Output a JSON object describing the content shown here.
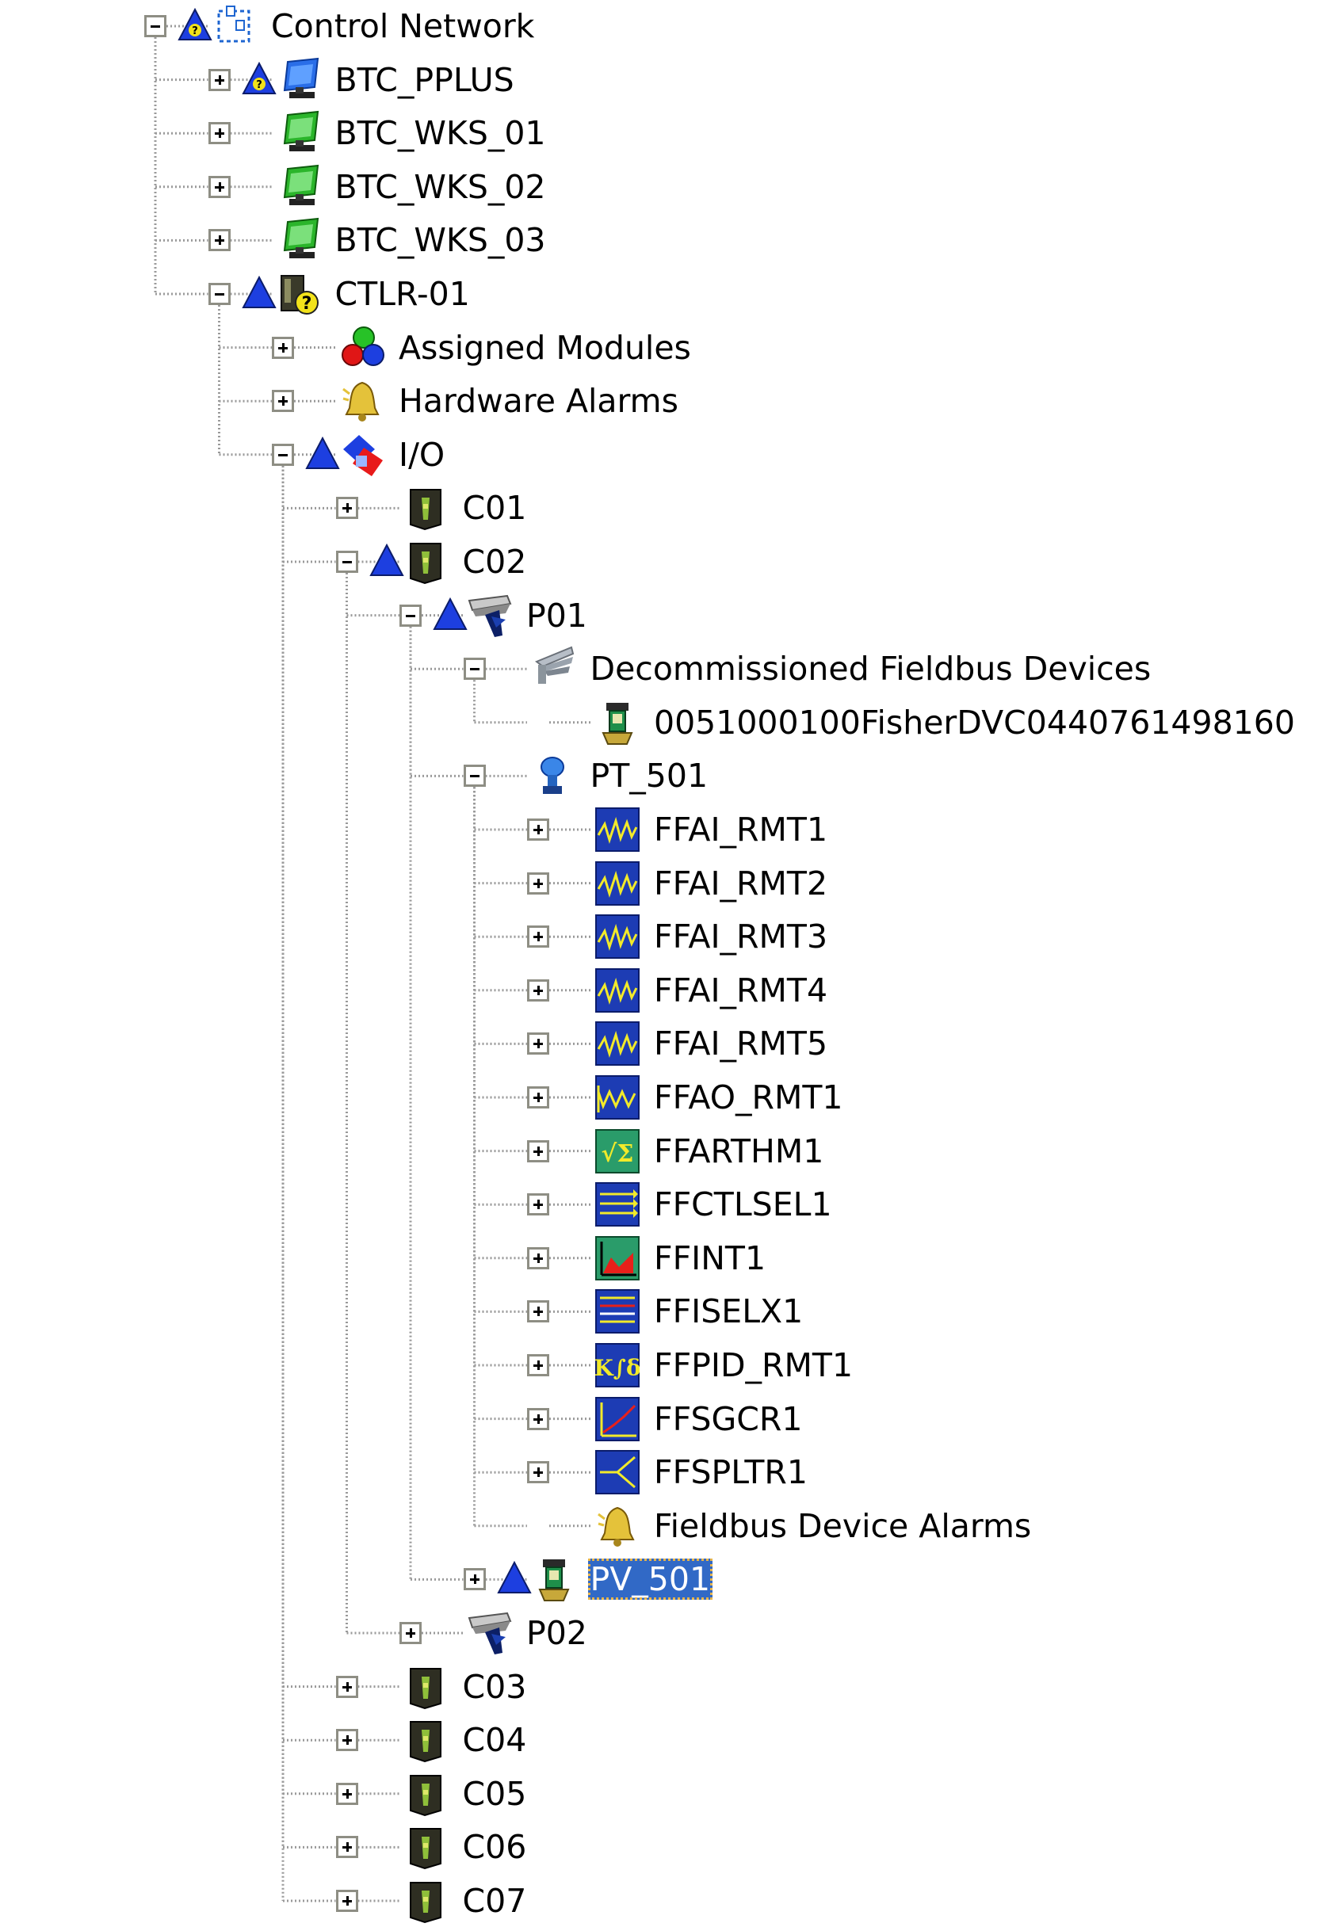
{
  "tree": {
    "selected": "PV_501",
    "rows": [
      {
        "label": "Control Network",
        "depth": 0,
        "expander": "expanded",
        "status": "warning-triangle",
        "icon": "control-network-icon"
      },
      {
        "label": "BTC_PPLUS",
        "depth": 1,
        "expander": "collapsed",
        "status": "warning-triangle",
        "icon": "blue-workstation-icon"
      },
      {
        "label": "BTC_WKS_01",
        "depth": 1,
        "expander": "collapsed",
        "status": "",
        "icon": "green-workstation-icon"
      },
      {
        "label": "BTC_WKS_02",
        "depth": 1,
        "expander": "collapsed",
        "status": "",
        "icon": "green-workstation-icon"
      },
      {
        "label": "BTC_WKS_03",
        "depth": 1,
        "expander": "collapsed",
        "status": "",
        "icon": "green-workstation-icon"
      },
      {
        "label": "CTLR-01",
        "depth": 1,
        "expander": "expanded",
        "status": "blue-triangle",
        "icon": "controller-unknown-icon"
      },
      {
        "label": "Assigned Modules",
        "depth": 2,
        "expander": "collapsed",
        "status": "",
        "icon": "assigned-modules-icon"
      },
      {
        "label": "Hardware Alarms",
        "depth": 2,
        "expander": "collapsed",
        "status": "",
        "icon": "alarm-bell-icon"
      },
      {
        "label": "I/O",
        "depth": 2,
        "expander": "expanded",
        "status": "blue-triangle",
        "icon": "io-icon"
      },
      {
        "label": "C01",
        "depth": 3,
        "expander": "collapsed",
        "status": "",
        "icon": "io-card-icon"
      },
      {
        "label": "C02",
        "depth": 3,
        "expander": "expanded",
        "status": "blue-triangle",
        "icon": "io-card-icon"
      },
      {
        "label": "P01",
        "depth": 4,
        "expander": "expanded",
        "status": "blue-triangle",
        "icon": "fieldbus-port-icon"
      },
      {
        "label": "Decommissioned Fieldbus Devices",
        "depth": 5,
        "expander": "expanded",
        "status": "",
        "icon": "decommissioned-devices-icon"
      },
      {
        "label": "0051000100FisherDVC0440761498160",
        "depth": 6,
        "expander": "none",
        "status": "",
        "icon": "valve-device-icon"
      },
      {
        "label": "PT_501",
        "depth": 5,
        "expander": "expanded",
        "status": "",
        "icon": "transmitter-icon"
      },
      {
        "label": "FFAI_RMT1",
        "depth": 6,
        "expander": "collapsed",
        "status": "",
        "icon": "ai-block-icon"
      },
      {
        "label": "FFAI_RMT2",
        "depth": 6,
        "expander": "collapsed",
        "status": "",
        "icon": "ai-block-icon"
      },
      {
        "label": "FFAI_RMT3",
        "depth": 6,
        "expander": "collapsed",
        "status": "",
        "icon": "ai-block-icon"
      },
      {
        "label": "FFAI_RMT4",
        "depth": 6,
        "expander": "collapsed",
        "status": "",
        "icon": "ai-block-icon"
      },
      {
        "label": "FFAI_RMT5",
        "depth": 6,
        "expander": "collapsed",
        "status": "",
        "icon": "ai-block-icon"
      },
      {
        "label": "FFAO_RMT1",
        "depth": 6,
        "expander": "collapsed",
        "status": "",
        "icon": "ao-block-icon"
      },
      {
        "label": "FFARTHM1",
        "depth": 6,
        "expander": "collapsed",
        "status": "",
        "icon": "arithmetic-block-icon"
      },
      {
        "label": "FFCTLSEL1",
        "depth": 6,
        "expander": "collapsed",
        "status": "",
        "icon": "control-selector-block-icon"
      },
      {
        "label": "FFINT1",
        "depth": 6,
        "expander": "collapsed",
        "status": "",
        "icon": "integrator-block-icon"
      },
      {
        "label": "FFISELX1",
        "depth": 6,
        "expander": "collapsed",
        "status": "",
        "icon": "input-selector-block-icon"
      },
      {
        "label": "FFPID_RMT1",
        "depth": 6,
        "expander": "collapsed",
        "status": "",
        "icon": "pid-block-icon"
      },
      {
        "label": "FFSGCR1",
        "depth": 6,
        "expander": "collapsed",
        "status": "",
        "icon": "signal-characterizer-block-icon"
      },
      {
        "label": "FFSPLTR1",
        "depth": 6,
        "expander": "collapsed",
        "status": "",
        "icon": "splitter-block-icon"
      },
      {
        "label": "Fieldbus Device Alarms",
        "depth": 6,
        "expander": "none",
        "status": "",
        "icon": "alarm-bell-icon"
      },
      {
        "label": "PV_501",
        "depth": 5,
        "expander": "collapsed",
        "status": "blue-triangle",
        "icon": "valve-device-icon"
      },
      {
        "label": "P02",
        "depth": 4,
        "expander": "collapsed",
        "status": "",
        "icon": "fieldbus-port-icon"
      },
      {
        "label": "C03",
        "depth": 3,
        "expander": "collapsed",
        "status": "",
        "icon": "io-card-icon"
      },
      {
        "label": "C04",
        "depth": 3,
        "expander": "collapsed",
        "status": "",
        "icon": "io-card-icon"
      },
      {
        "label": "C05",
        "depth": 3,
        "expander": "collapsed",
        "status": "",
        "icon": "io-card-icon"
      },
      {
        "label": "C06",
        "depth": 3,
        "expander": "collapsed",
        "status": "",
        "icon": "io-card-icon"
      },
      {
        "label": "C07",
        "depth": 3,
        "expander": "collapsed",
        "status": "",
        "icon": "io-card-icon"
      }
    ]
  }
}
